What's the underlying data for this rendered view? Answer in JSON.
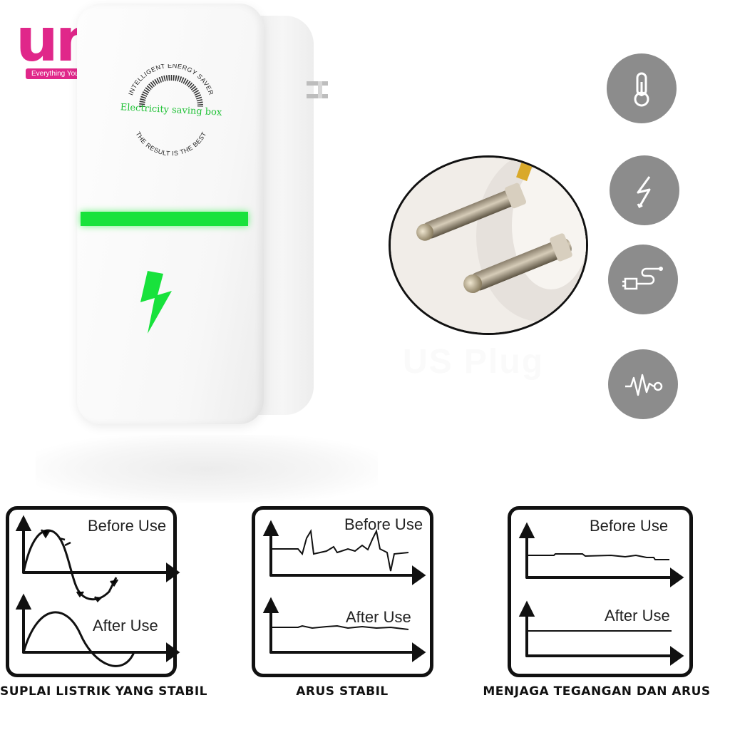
{
  "logo": {
    "text": "umi",
    "tagline": "Everything You Need",
    "colors": {
      "primary": "#e0278a",
      "dot": "#f5a623"
    }
  },
  "device": {
    "badge_top": "INTELLIGENT ENERGY SAVER",
    "badge_middle": "Electricity saving box",
    "badge_bottom": "THE RESULT IS THE BEST",
    "accent": "#18e23c",
    "icon": "lightning-bolt-icon"
  },
  "watermark": "US Plug",
  "features": [
    {
      "icon": "thermometer-icon"
    },
    {
      "icon": "lightning-icon"
    },
    {
      "icon": "usb-cable-icon"
    },
    {
      "icon": "pulse-wave-icon"
    }
  ],
  "panels": [
    {
      "before_label": "Before Use",
      "after_label": "After Use",
      "caption": "SUPLAI LISTRIK YANG STABIL"
    },
    {
      "before_label": "Before Use",
      "after_label": "After Use",
      "caption": "ARUS STABIL"
    },
    {
      "before_label": "Before Use",
      "after_label": "After Use",
      "caption": "MENJAGA TEGANGAN DAN ARUS"
    }
  ]
}
